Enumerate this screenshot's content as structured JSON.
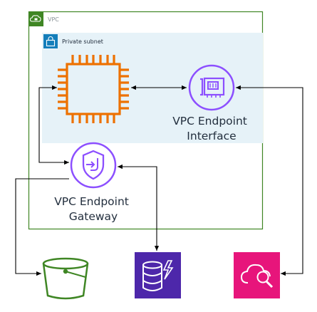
{
  "colors": {
    "vpc_border": "#3f8624",
    "subnet_fill": "#e6f2f8",
    "subnet_icon": "#147eba",
    "ec2": "#ed7100",
    "endpoint": "#8c4fff",
    "s3": "#3f8624",
    "dynamodb": "#4d27aa",
    "cloudwatch": "#e7157b",
    "arrow": "#000000"
  },
  "vpc": {
    "label": "VPC",
    "icon": "cloud-lock-icon"
  },
  "subnet": {
    "label": "Private subnet",
    "icon": "lock-icon"
  },
  "ec2": {
    "icon": "ec2-chip-icon"
  },
  "interface_endpoint": {
    "line1": "VPC Endpoint",
    "line2": "Interface",
    "icon": "network-card-icon"
  },
  "gateway_endpoint": {
    "line1": "VPC Endpoint",
    "line2": "Gateway",
    "icon": "shield-gateway-icon"
  },
  "s3": {
    "icon": "bucket-icon"
  },
  "dynamodb": {
    "icon": "dynamodb-icon"
  },
  "cloudwatch": {
    "icon": "cloud-search-icon"
  }
}
